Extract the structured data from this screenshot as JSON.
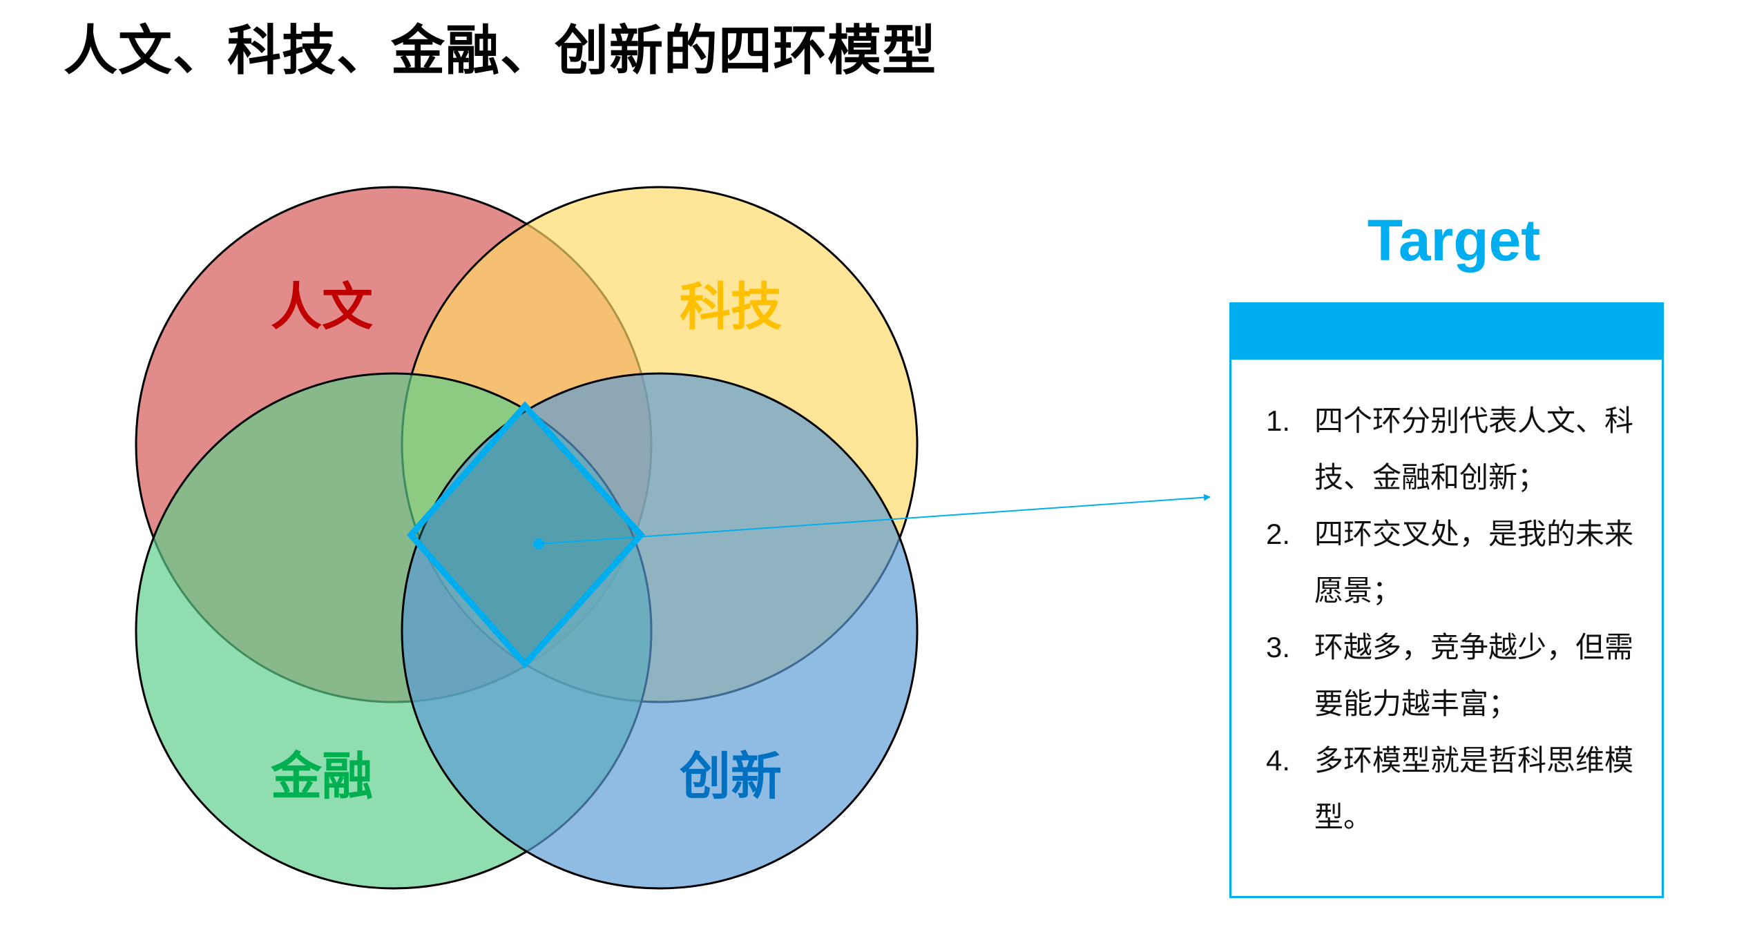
{
  "title": "人文、科技、金融、创新的四环模型",
  "rings": [
    {
      "label": "人文",
      "color": "#c00000",
      "fill": "#d45454"
    },
    {
      "label": "科技",
      "color": "#ffc000",
      "fill": "#ffd966"
    },
    {
      "label": "金融",
      "color": "#00b050",
      "fill": "#5ccf8a"
    },
    {
      "label": "创新",
      "color": "#0070c0",
      "fill": "#5b9bd5"
    }
  ],
  "center_marker": {
    "shape": "diamond",
    "color": "#00aeef"
  },
  "target": {
    "title": "Target",
    "accent_color": "#00aeef",
    "items": [
      {
        "num": "1.",
        "text": "四个环分别代表人文、科技、金融和创新；"
      },
      {
        "num": "2.",
        "text": "四环交叉处，是我的未来愿景；"
      },
      {
        "num": "3.",
        "text": "环越多，竞争越少，但需要能力越丰富；"
      },
      {
        "num": "4.",
        "text": "多环模型就是哲科思维模型。"
      }
    ]
  }
}
